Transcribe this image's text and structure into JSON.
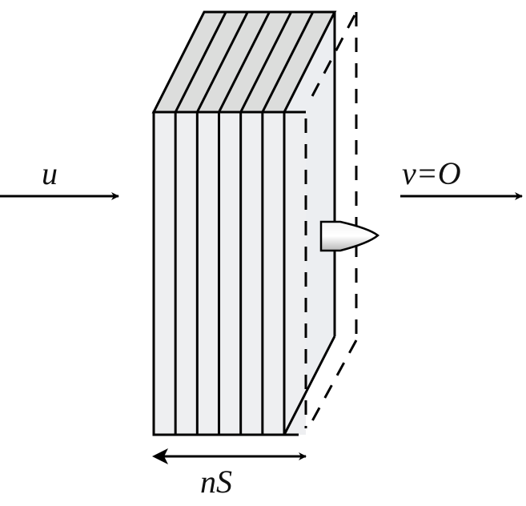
{
  "labels": {
    "incident_speed": "u",
    "exit_speed": "v=O",
    "thickness": "nS"
  },
  "plates": {
    "count": 6
  },
  "colors": {
    "front": "#eeeff1",
    "top": "#dcdddc",
    "side": "#eceef1",
    "stroke": "#000000"
  }
}
